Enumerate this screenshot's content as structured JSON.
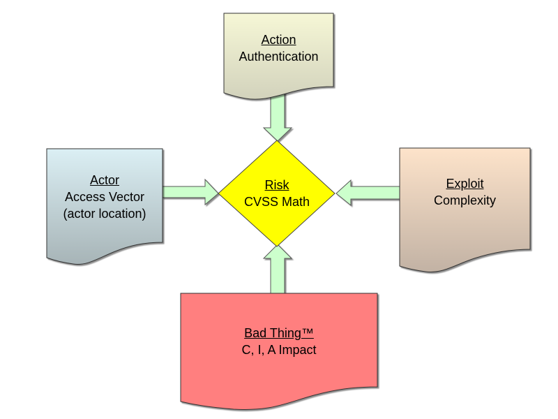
{
  "diagram": {
    "nodes": {
      "action": {
        "title": "Action",
        "lines": [
          "Authentication"
        ],
        "shape": "document",
        "color_top": "#f6f7d6",
        "color_bottom": "#d2d2bc"
      },
      "actor": {
        "title": "Actor",
        "lines": [
          "Access Vector",
          "(actor location)"
        ],
        "shape": "document",
        "color_top": "#dbeff4",
        "color_bottom": "#a7b4b7"
      },
      "exploit": {
        "title": "Exploit",
        "lines": [
          "Complexity"
        ],
        "shape": "document",
        "color_top": "#fde3ca",
        "color_bottom": "#c2b2a4"
      },
      "bad_thing": {
        "title": "Bad Thing™",
        "lines": [
          "C, I, A Impact"
        ],
        "shape": "document",
        "color_top": "#ff7f7f",
        "color_bottom": "#ff7f7f"
      },
      "risk": {
        "title": "Risk",
        "lines": [
          "CVSS Math"
        ],
        "shape": "diamond",
        "color_top": "#ffff00",
        "color_bottom": "#ffff00"
      }
    },
    "edges": [
      {
        "from": "action",
        "to": "risk"
      },
      {
        "from": "actor",
        "to": "risk"
      },
      {
        "from": "exploit",
        "to": "risk"
      },
      {
        "from": "bad_thing",
        "to": "risk"
      }
    ],
    "arrow_color": "#ccffcc",
    "outline_color": "#333333"
  }
}
